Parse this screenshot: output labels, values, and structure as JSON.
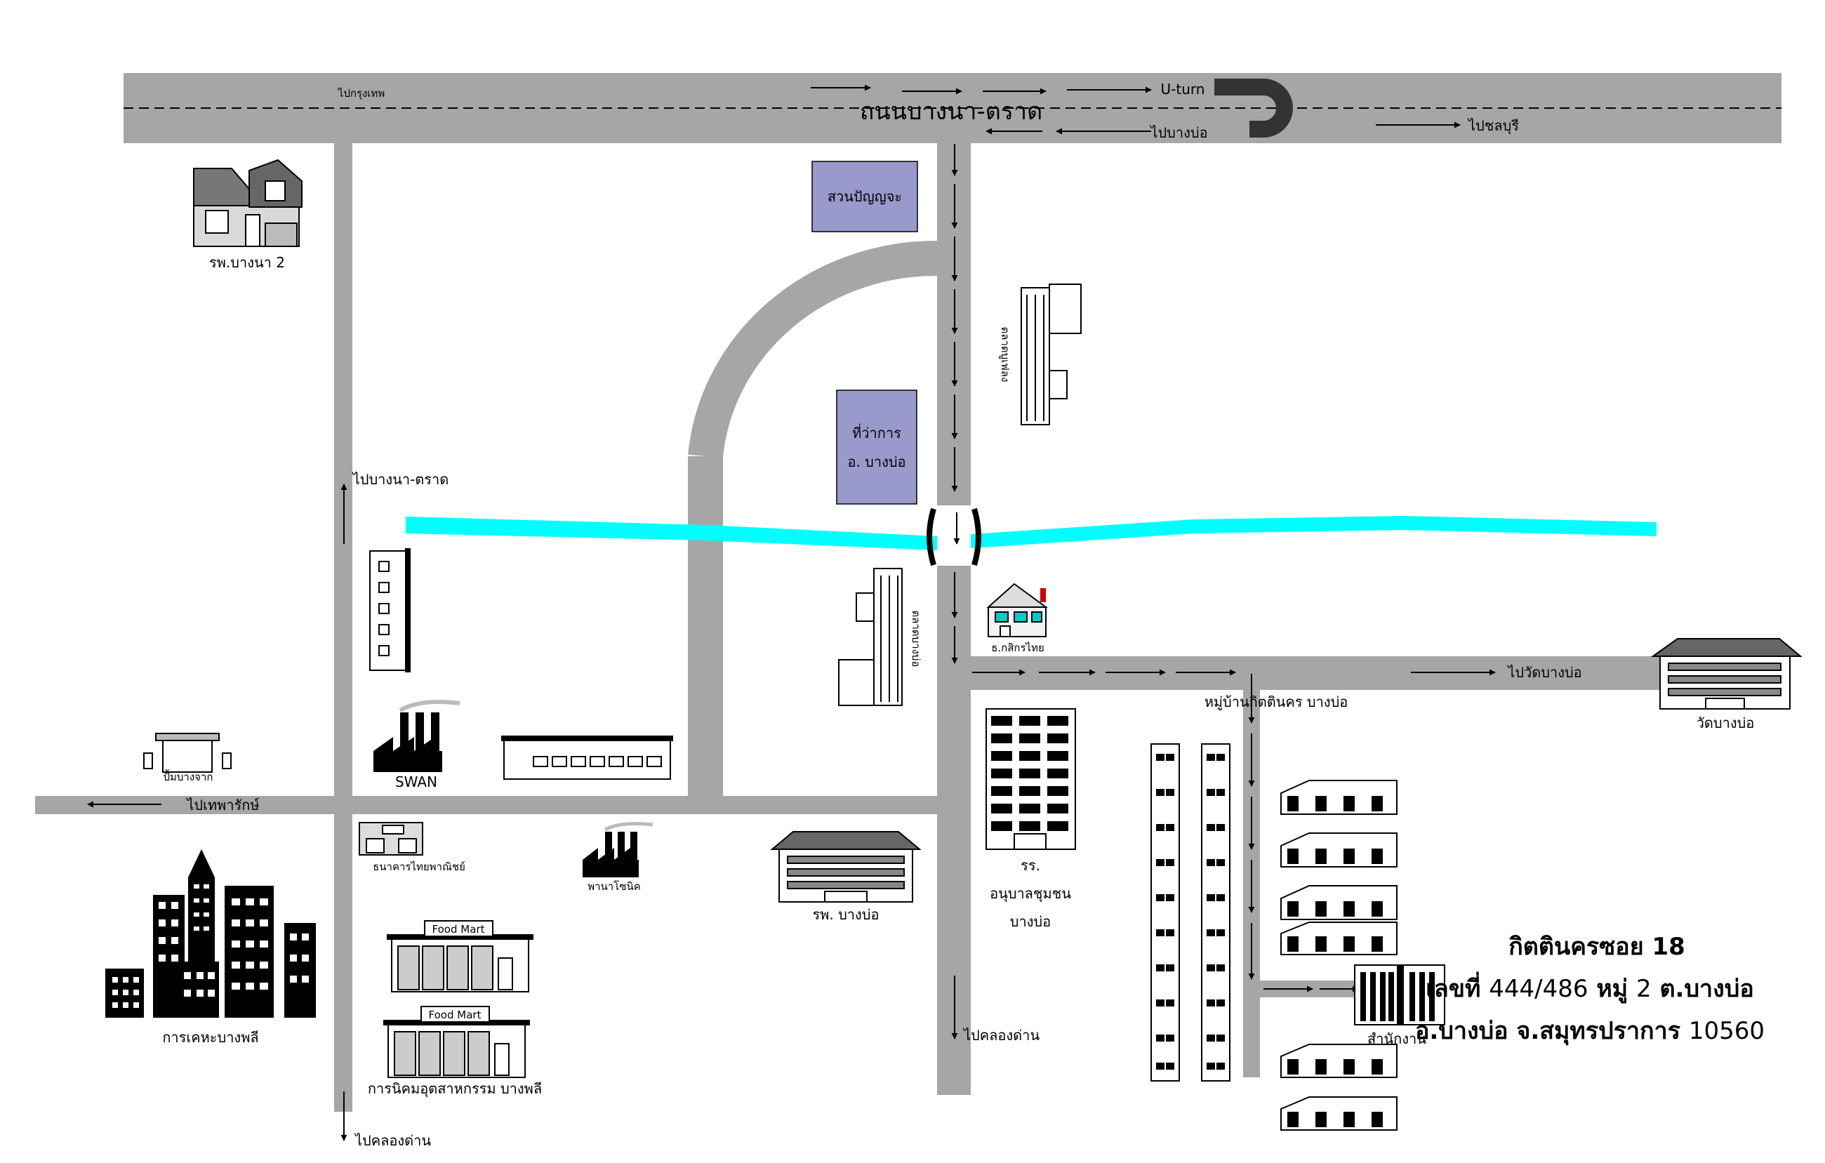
{
  "map": {
    "colors": {
      "road": "#a6a6a6",
      "river": "#00ffff",
      "box_fill": "#9999cc",
      "building": "#000000",
      "background": "#ffffff"
    },
    "road_labels": {
      "main_highway": "ถนนบางนา-ตราด",
      "to_bangkok": "ไปกรุงเทพ",
      "u_turn": "U-turn",
      "to_bangbo_top": "ไปบางบ่อ",
      "to_chonburi": "ไปชลบุรี",
      "to_bangna_trat": "ไปบางนา-ตราด",
      "to_theparak": "ไปเทพารักษ์",
      "to_khlong_dan_left": "ไปคลองด่าน",
      "to_khlong_dan_center": "ไปคลองด่าน",
      "to_wat_bangbo": "ไปวัดบางบ่อ",
      "bangbo_market": "ตลาดบางบ่อ"
    },
    "places": {
      "bangna2_hospital": "รพ.บางนา 2",
      "suan_panyacha": "สวนปัญญจะ",
      "district_office_line1": "ที่ว่าการ",
      "district_office_line2": "อ. บางบ่อ",
      "vertical_building": "ตลาดบูเฟลง",
      "kasikorn_bank": "ธ.กสิกรไทย",
      "village": "หมู่บ้านกิตตินคร บางบ่อ",
      "wat_bangbo": "วัดบางบ่อ",
      "gas_station": "ปั้มบางจาก",
      "swan_factory": "SWAN",
      "scb_bank": "ธนาคารไทยพาณิชย์",
      "panasonic": "พานาโซนิค",
      "bangbo_hospital": "รพ. บางบ่อ",
      "kindergarten_line1": "รร.",
      "kindergarten_line2": "อนุบาลชุมชน",
      "kindergarten_line3": "บางบ่อ",
      "housing_bangphli": "การเคหะบางพลี",
      "food_mart_1": "Food Mart",
      "food_mart_2": "Food Mart",
      "industrial_estate": "การนิคมอุตสาหกรรม บางพลี",
      "office": "สำนักงาน"
    },
    "address": {
      "line1": "กิตตินครซอย 18",
      "line2_prefix": "เลขที่",
      "line2_number": "444/486",
      "line2_moo": "หมู่",
      "line2_moo_number": "2",
      "line2_tambon": "ต.บางบ่อ",
      "line3_prefix": "อ.บางบ่อ จ.สมุทรปราการ",
      "line3_postcode": "10560"
    },
    "icons": [
      "house-icon",
      "factory-icon",
      "gas-station-icon",
      "office-building-icon",
      "store-icon",
      "bank-icon",
      "apartment-icon",
      "skyscraper-icon",
      "bridge-icon",
      "direction-arrow-icon"
    ]
  }
}
